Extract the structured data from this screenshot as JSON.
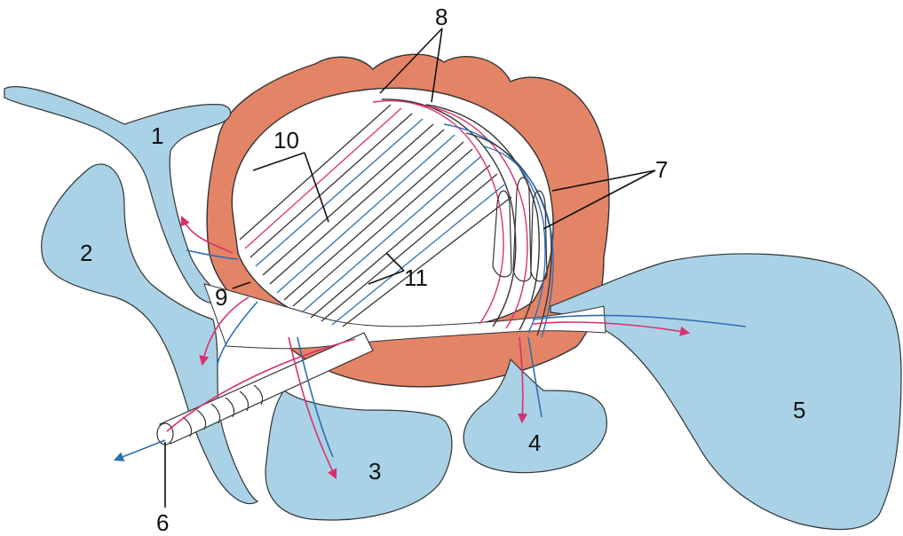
{
  "labels": {
    "l1": "1",
    "l2": "2",
    "l3": "3",
    "l4": "4",
    "l5": "5",
    "l6": "6",
    "l7": "7",
    "l8": "8",
    "l9": "9",
    "l10": "10",
    "l11": "11"
  },
  "colors": {
    "organ_fill": "#e48466",
    "pool_fill": "#a9d2e6",
    "center_fill": "#ffffff",
    "outline": "#333333",
    "line_pink": "#d8306f",
    "line_blue": "#2f6db3",
    "leader": "#111111"
  },
  "icons": {
    "arrow_pink": "arrowhead",
    "arrow_blue": "arrowhead"
  }
}
